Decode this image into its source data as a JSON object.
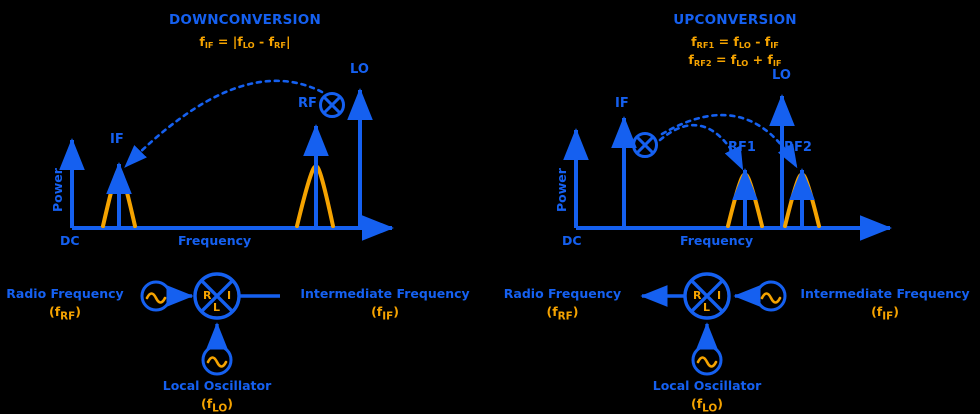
{
  "colors": {
    "background": "#000000",
    "blue": "#1560f0",
    "orange": "#f5a300"
  },
  "panels": [
    {
      "id": "downconversion",
      "title": "DOWNCONVERSION",
      "formulas": [
        "f<sub>IF</sub> = |f<sub>LO</sub> - f<sub>RF</sub>|"
      ],
      "spectrum": {
        "ylabel": "Power",
        "xlabel": "Frequency",
        "origin_label": "DC",
        "tones": [
          {
            "label": "IF",
            "has_envelope": true
          },
          {
            "label": "RF",
            "has_envelope": true
          },
          {
            "label": "LO",
            "has_envelope": false
          }
        ],
        "mixer_symbol": "circled-times",
        "arrows": [
          {
            "from": "RF",
            "to": "IF",
            "style": "dotted-arc"
          }
        ]
      },
      "circuit": {
        "input": {
          "name": "Radio Frequency",
          "symbol": "f<sub>RF</sub>"
        },
        "output": {
          "name": "Intermediate Frequency",
          "symbol": "f<sub>IF</sub>"
        },
        "oscillator": {
          "name": "Local Oscillator",
          "symbol": "f<sub>LO</sub>"
        },
        "mixer_ports": {
          "rf": "R",
          "if": "I",
          "lo": "L"
        },
        "source_side": "left",
        "signal_flow": "left-to-right"
      }
    },
    {
      "id": "upconversion",
      "title": "UPCONVERSION",
      "formulas": [
        "f<sub>RF1</sub> = f<sub>LO</sub> - f<sub>IF</sub>",
        "f<sub>RF2</sub> = f<sub>LO</sub> + f<sub>IF</sub>"
      ],
      "spectrum": {
        "ylabel": "Power",
        "xlabel": "Frequency",
        "origin_label": "DC",
        "tones": [
          {
            "label": "IF",
            "has_envelope": false
          },
          {
            "label": "RF1",
            "has_envelope": true
          },
          {
            "label": "LO",
            "has_envelope": false
          },
          {
            "label": "RF2",
            "has_envelope": true
          }
        ],
        "mixer_symbol": "circled-times",
        "arrows": [
          {
            "from": "IF",
            "to": "RF1",
            "style": "dotted-arc"
          },
          {
            "from": "IF",
            "to": "RF2",
            "style": "dotted-arc"
          }
        ]
      },
      "circuit": {
        "input": {
          "name": "Intermediate Frequency",
          "symbol": "f<sub>IF</sub>"
        },
        "output": {
          "name": "Radio Frequency",
          "symbol": "f<sub>RF</sub>"
        },
        "oscillator": {
          "name": "Local Oscillator",
          "symbol": "f<sub>LO</sub>"
        },
        "mixer_ports": {
          "rf": "R",
          "if": "I",
          "lo": "L"
        },
        "source_side": "right",
        "signal_flow": "right-to-left"
      }
    }
  ]
}
